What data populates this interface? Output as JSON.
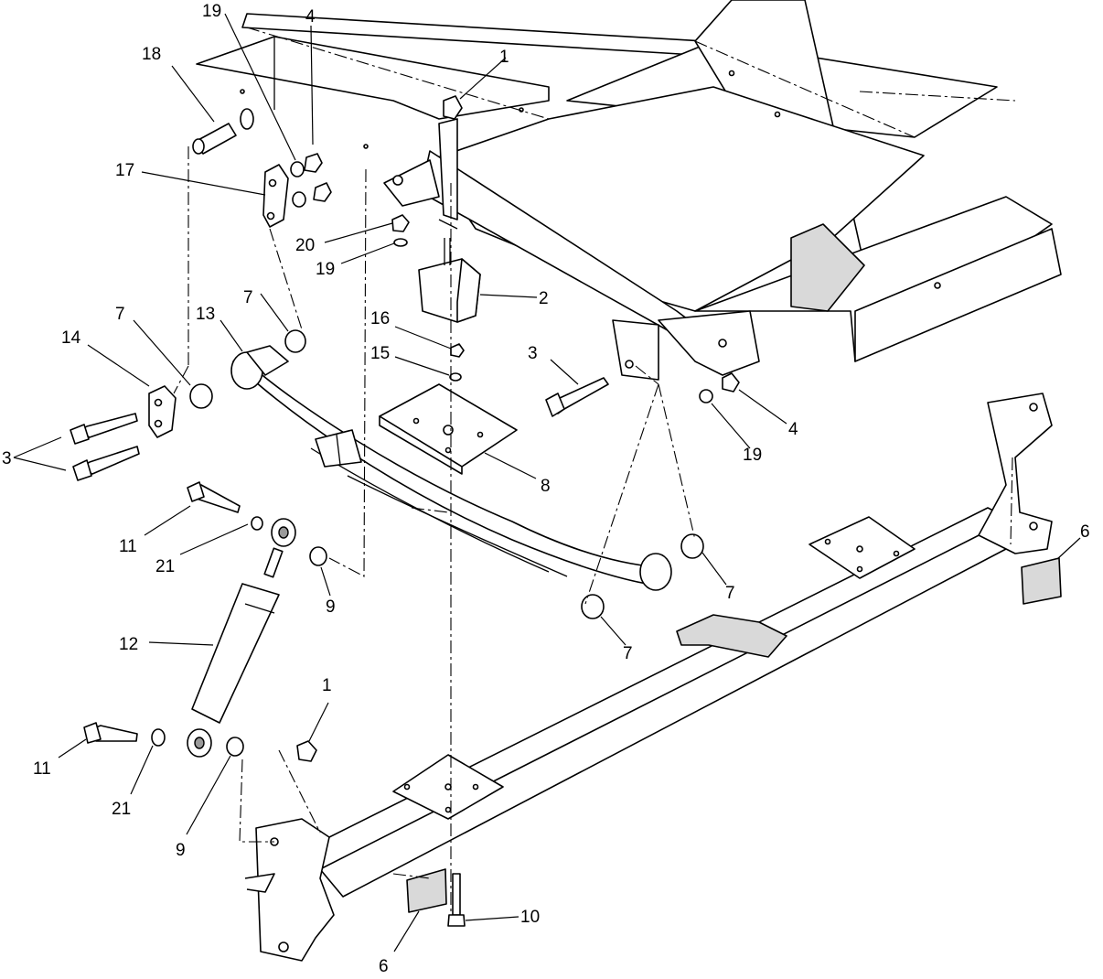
{
  "callouts": [
    {
      "id": "c1a",
      "number": "1"
    },
    {
      "id": "c1b",
      "number": "1"
    },
    {
      "id": "c2",
      "number": "2"
    },
    {
      "id": "c3a",
      "number": "3"
    },
    {
      "id": "c3b",
      "number": "3"
    },
    {
      "id": "c4a",
      "number": "4"
    },
    {
      "id": "c4b",
      "number": "4"
    },
    {
      "id": "c6a",
      "number": "6"
    },
    {
      "id": "c6b",
      "number": "6"
    },
    {
      "id": "c7a",
      "number": "7"
    },
    {
      "id": "c7b",
      "number": "7"
    },
    {
      "id": "c7c",
      "number": "7"
    },
    {
      "id": "c7d",
      "number": "7"
    },
    {
      "id": "c8",
      "number": "8"
    },
    {
      "id": "c9a",
      "number": "9"
    },
    {
      "id": "c9b",
      "number": "9"
    },
    {
      "id": "c10",
      "number": "10"
    },
    {
      "id": "c11a",
      "number": "11"
    },
    {
      "id": "c11b",
      "number": "11"
    },
    {
      "id": "c12",
      "number": "12"
    },
    {
      "id": "c13",
      "number": "13"
    },
    {
      "id": "c14",
      "number": "14"
    },
    {
      "id": "c15",
      "number": "15"
    },
    {
      "id": "c16",
      "number": "16"
    },
    {
      "id": "c17",
      "number": "17"
    },
    {
      "id": "c18",
      "number": "18"
    },
    {
      "id": "c19a",
      "number": "19"
    },
    {
      "id": "c19b",
      "number": "19"
    },
    {
      "id": "c19c",
      "number": "19"
    },
    {
      "id": "c20",
      "number": "20"
    },
    {
      "id": "c21a",
      "number": "21"
    },
    {
      "id": "c21b",
      "number": "21"
    }
  ]
}
